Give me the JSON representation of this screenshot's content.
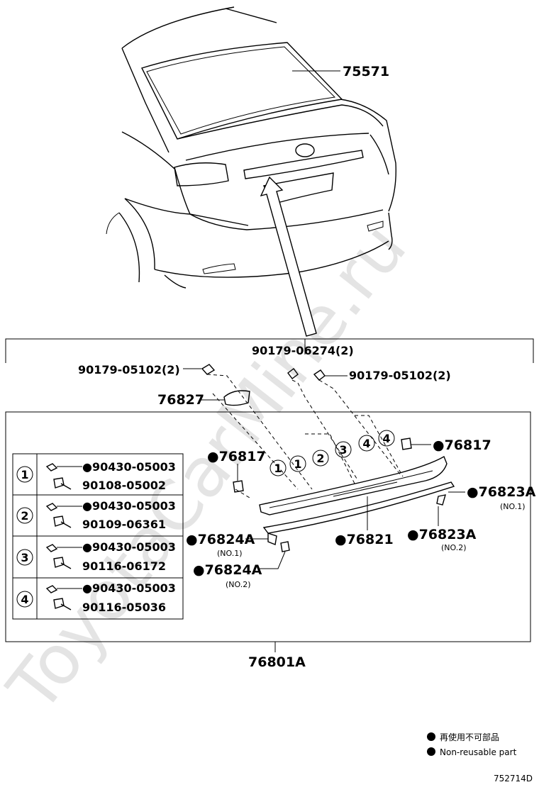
{
  "watermark": "ToyotaCarMine.ru",
  "parts": {
    "p75571": "75571",
    "p90179_06274": "90179-06274(2)",
    "p90179_05102_left": "90179-05102(2)",
    "p90179_05102_right": "90179-05102(2)",
    "p76827": "76827",
    "p76817_left": "●76817",
    "p76817_right": "●76817",
    "p76823A_no1": "●76823A",
    "p76823A_no1_sub": "(NO.1)",
    "p76823A_no2": "●76823A",
    "p76823A_no2_sub": "(NO.2)",
    "p76824A_no1": "●76824A",
    "p76824A_no1_sub": "(NO.1)",
    "p76824A_no2": "●76824A",
    "p76824A_no2_sub": "(NO.2)",
    "p76821": "●76821",
    "p76801A": "76801A"
  },
  "callouts": [
    "1",
    "1",
    "2",
    "3",
    "4",
    "4"
  ],
  "key_table": [
    {
      "num": "1",
      "nut": "●90430-05003",
      "bolt": "90108-05002"
    },
    {
      "num": "2",
      "nut": "●90430-05003",
      "bolt": "90109-06361"
    },
    {
      "num": "3",
      "nut": "●90430-05003",
      "bolt": "90116-06172"
    },
    {
      "num": "4",
      "nut": "●90430-05003",
      "bolt": "90116-05036"
    }
  ],
  "legend": {
    "line1": "再使用不可部品",
    "line2": "Non-reusable part"
  },
  "diagram_id": "752714D"
}
